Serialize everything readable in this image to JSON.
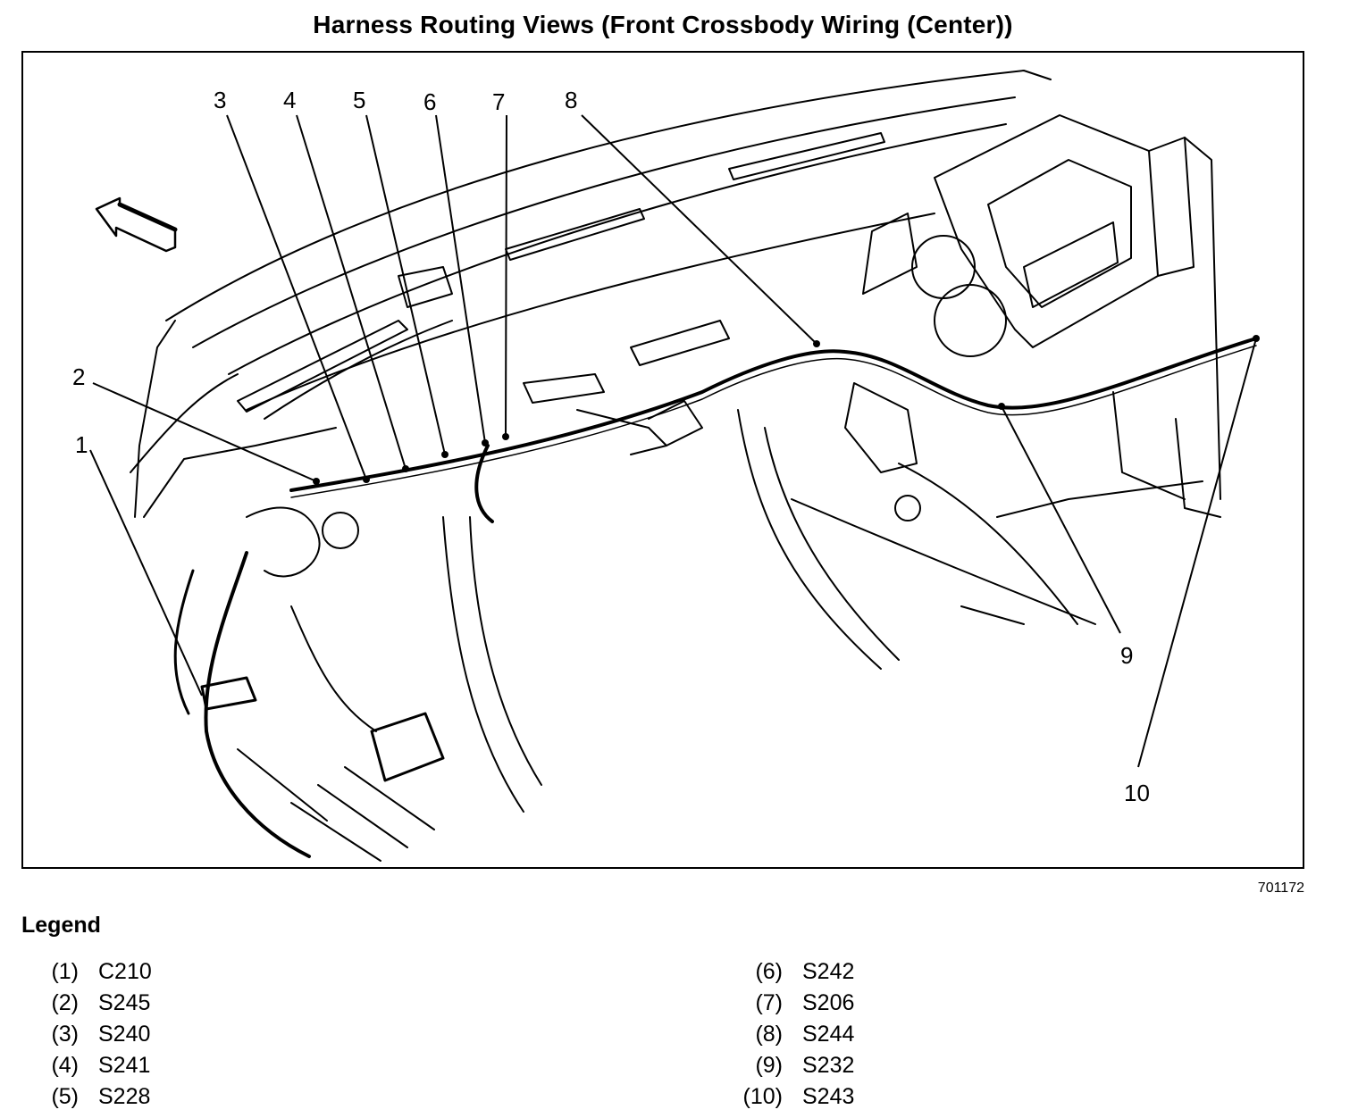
{
  "title": "Harness Routing Views (Front Crossbody Wiring (Center))",
  "figure_id": "701172",
  "legend_title": "Legend",
  "callouts": [
    "1",
    "2",
    "3",
    "4",
    "5",
    "6",
    "7",
    "8",
    "9",
    "10"
  ],
  "legend": [
    {
      "num": "(1)",
      "code": "C210"
    },
    {
      "num": "(2)",
      "code": "S245"
    },
    {
      "num": "(3)",
      "code": "S240"
    },
    {
      "num": "(4)",
      "code": "S241"
    },
    {
      "num": "(5)",
      "code": "S228"
    },
    {
      "num": "(6)",
      "code": "S242"
    },
    {
      "num": "(7)",
      "code": "S206"
    },
    {
      "num": "(8)",
      "code": "S244"
    },
    {
      "num": "(9)",
      "code": "S232"
    },
    {
      "num": "(10)",
      "code": "S243"
    }
  ]
}
